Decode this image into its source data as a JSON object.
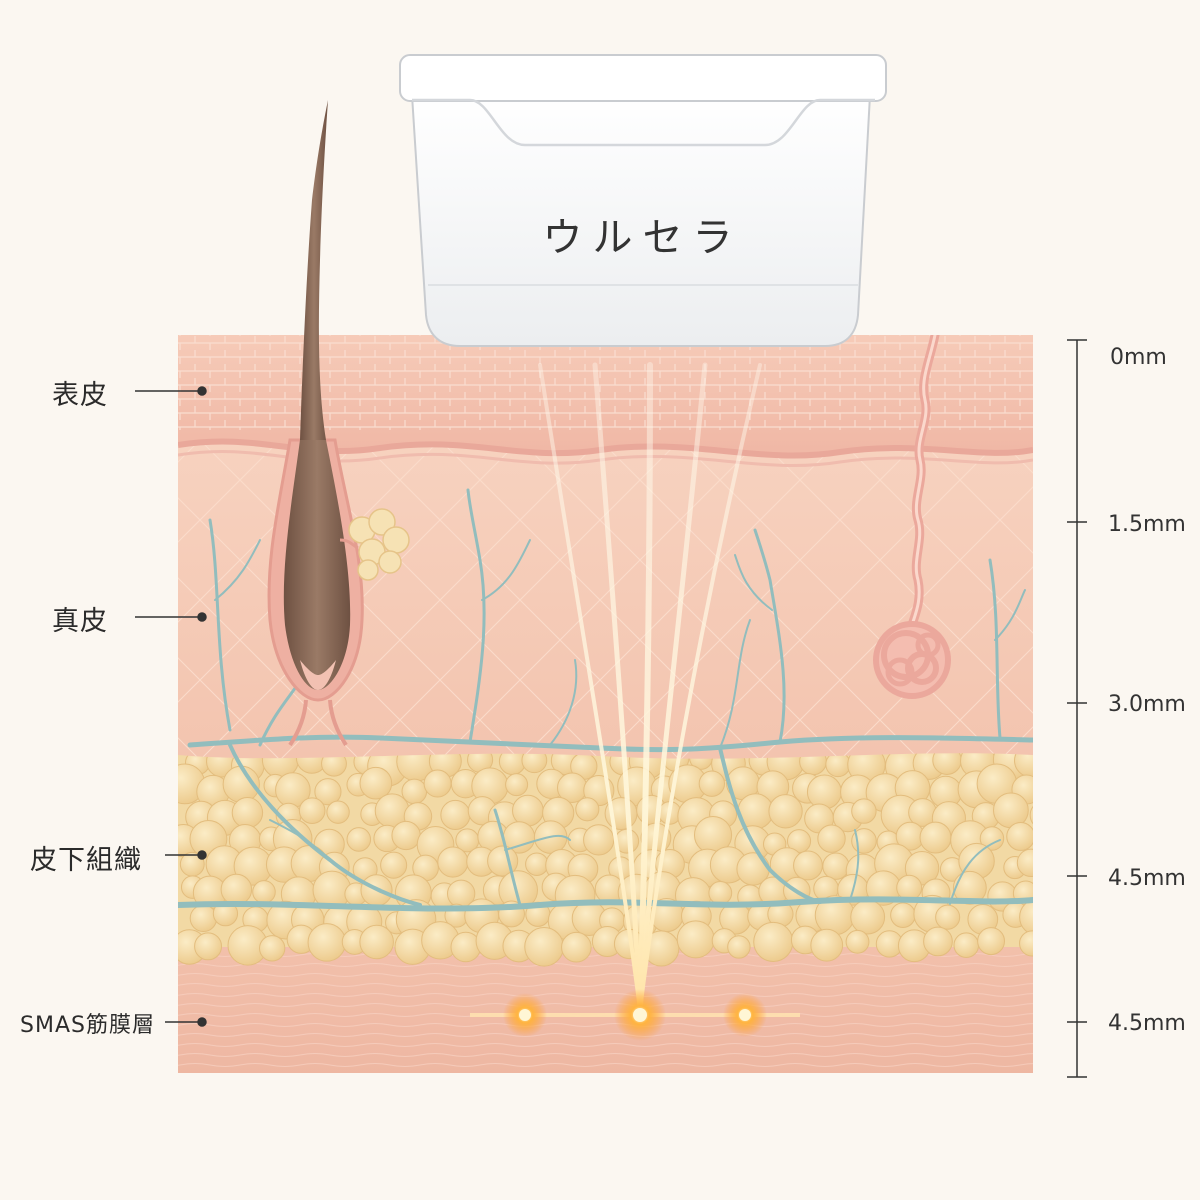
{
  "device": {
    "label": "ウルセラ"
  },
  "layers": [
    {
      "id": "epidermis",
      "label": "表皮"
    },
    {
      "id": "dermis",
      "label": "真皮"
    },
    {
      "id": "subcutaneous",
      "label": "皮下組織"
    },
    {
      "id": "smas",
      "label": "SMAS筋膜層"
    }
  ],
  "scale": {
    "ticks": [
      "0mm",
      "1.5mm",
      "3.0mm",
      "4.5mm",
      "4.5mm"
    ]
  },
  "colors": {
    "background": "#fbf7f1",
    "epidermis": "#f3c4b2",
    "dermis": "#f5cdb8",
    "fat": "#f4dba6",
    "smas": "#f0b9a4",
    "vessel": "#8fb8b8",
    "focal_point": "#ff9a2a"
  }
}
